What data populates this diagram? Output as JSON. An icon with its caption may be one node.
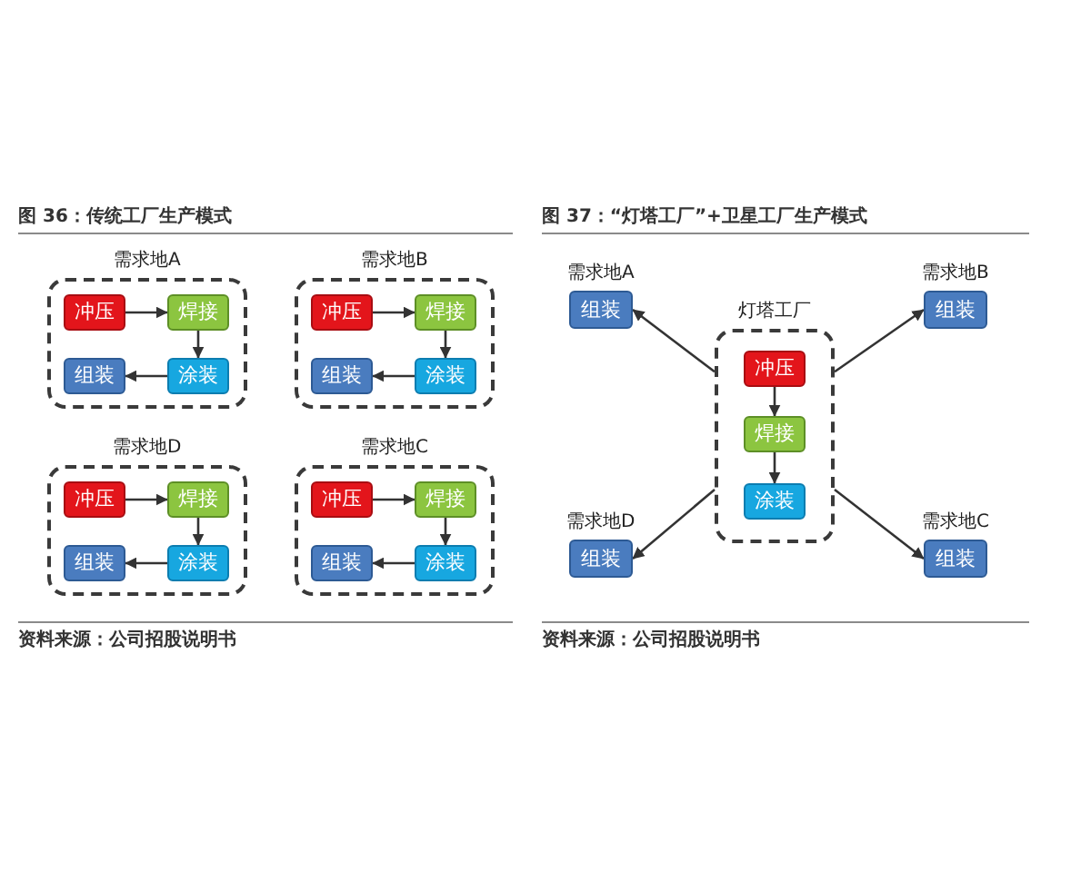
{
  "diagram": {
    "nodes": [
      {
        "text": [
          "需求地A"
        ]
      },
      {
        "text": [
          "冲压"
        ],
        "in": 0
      },
      {
        "text": [
          "焊接"
        ],
        "in": 0
      },
      {
        "text": [
          "组装"
        ],
        "in": 0
      },
      {
        "text": [
          "涂装"
        ],
        "in": 0
      },
      {
        "text": [
          "需求地B"
        ]
      },
      {
        "text": [
          "冲压"
        ],
        "in": 5
      },
      {
        "text": [
          "焊接"
        ],
        "in": 5
      },
      {
        "text": [
          "组装"
        ],
        "in": 5
      },
      {
        "text": [
          "涂装"
        ],
        "in": 5
      },
      {
        "text": [
          "需求地D"
        ]
      },
      {
        "text": [
          "冲压"
        ],
        "in": 10
      },
      {
        "text": [
          "焊接"
        ],
        "in": 10
      },
      {
        "text": [
          "组装"
        ],
        "in": 10
      },
      {
        "text": [
          "涂装"
        ],
        "in": 10
      },
      {
        "text": [
          "需求地C"
        ]
      },
      {
        "text": [
          "冲压"
        ],
        "in": 15
      },
      {
        "text": [
          "焊接"
        ],
        "in": 15
      },
      {
        "text": [
          "组装"
        ],
        "in": 15
      },
      {
        "text": [
          "涂装"
        ],
        "in": 15
      },
      {
        "text": [
          "需求地A",
          "组装"
        ]
      },
      {
        "text": [
          "需求地B",
          "组装"
        ]
      },
      {
        "text": [
          "灯塔工厂"
        ]
      },
      {
        "text": [
          "冲压"
        ],
        "in": 22
      },
      {
        "text": [
          "焊接"
        ],
        "in": 22
      },
      {
        "text": [
          "涂装"
        ],
        "in": 22
      },
      {
        "text": [
          "需求地D",
          "组装"
        ]
      },
      {
        "text": [
          "需求地C",
          "组装"
        ]
      }
    ],
    "edges": [
      {
        "from": 1,
        "to": 2,
        "arrow": "to"
      },
      {
        "from": 2,
        "to": 4,
        "arrow": "to"
      },
      {
        "from": 4,
        "to": 3,
        "arrow": "to"
      },
      {
        "from": 6,
        "to": 7,
        "arrow": "to"
      },
      {
        "from": 7,
        "to": 9,
        "arrow": "to"
      },
      {
        "from": 9,
        "to": 8,
        "arrow": "to"
      },
      {
        "from": 11,
        "to": 12,
        "arrow": "to"
      },
      {
        "from": 12,
        "to": 14,
        "arrow": "to"
      },
      {
        "from": 14,
        "to": 13,
        "arrow": "to"
      },
      {
        "from": 16,
        "to": 17,
        "arrow": "to"
      },
      {
        "from": 17,
        "to": 19,
        "arrow": "to"
      },
      {
        "from": 19,
        "to": 18,
        "arrow": "to"
      },
      {
        "from": 23,
        "to": 24,
        "arrow": "to"
      },
      {
        "from": 24,
        "to": 25,
        "arrow": "to"
      },
      {
        "from": 22,
        "to": 20,
        "arrow": "to"
      },
      {
        "from": 22,
        "to": 21,
        "arrow": "to"
      },
      {
        "from": 22,
        "to": 26,
        "arrow": "to"
      },
      {
        "from": 22,
        "to": 27,
        "arrow": "to"
      }
    ],
    "labels": [
      "图 36：传统工厂生产模式",
      "图 37：“灯塔工厂”+卫星工厂生产模式",
      "资料来源：公司招股说明书",
      "资料来源：公司招股说明书"
    ]
  }
}
